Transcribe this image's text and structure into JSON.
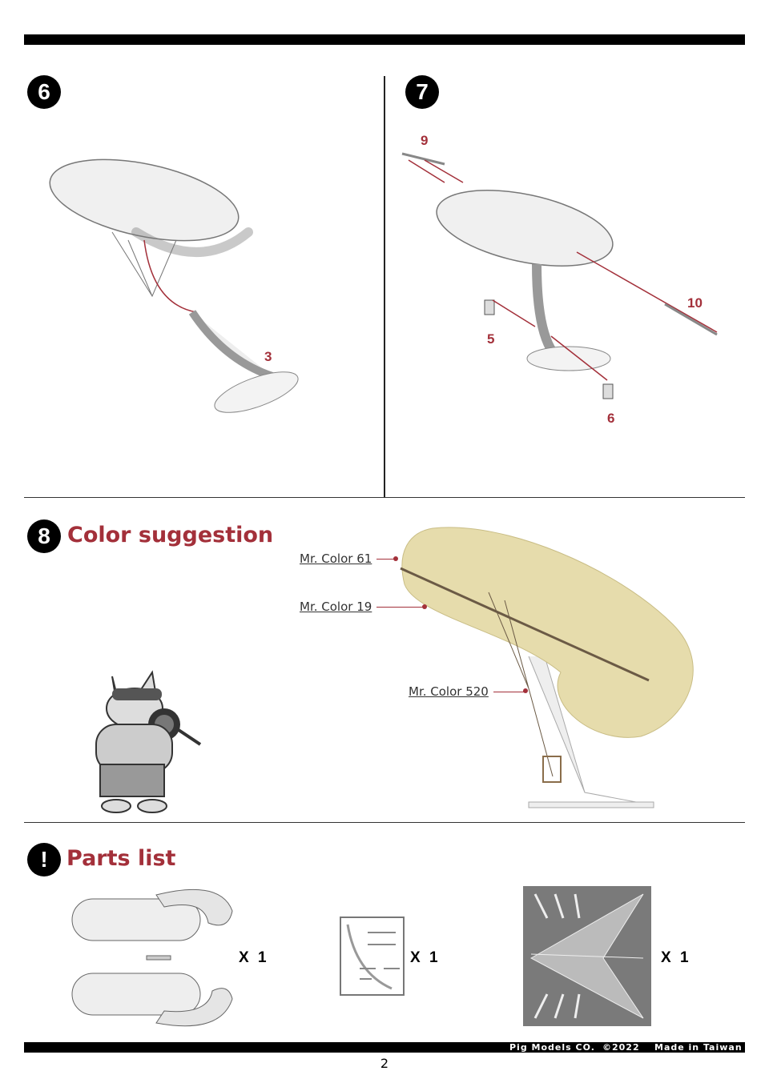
{
  "steps": {
    "step6": {
      "number": "6",
      "callouts": [
        "3"
      ]
    },
    "step7": {
      "number": "7",
      "callouts": [
        "9",
        "10",
        "5",
        "6"
      ]
    },
    "step8": {
      "number": "8",
      "title": "Color suggestion",
      "colors": [
        "Mr. Color  61",
        "Mr. Color  19",
        "Mr. Color  520"
      ]
    }
  },
  "parts_list": {
    "icon": "!",
    "title": "Parts list",
    "items": [
      {
        "name": "balloon-halves",
        "qty": "X 1"
      },
      {
        "name": "sprue",
        "qty": "X 1"
      },
      {
        "name": "photo-etch-sheet",
        "qty": "X 1"
      }
    ]
  },
  "footer": {
    "company": "Pig Models CO.",
    "copyright": "©2022",
    "origin": "Made in Taiwan",
    "page": "2"
  },
  "colors": {
    "accent": "#a3303a",
    "balloon": "#e8dfb0"
  }
}
